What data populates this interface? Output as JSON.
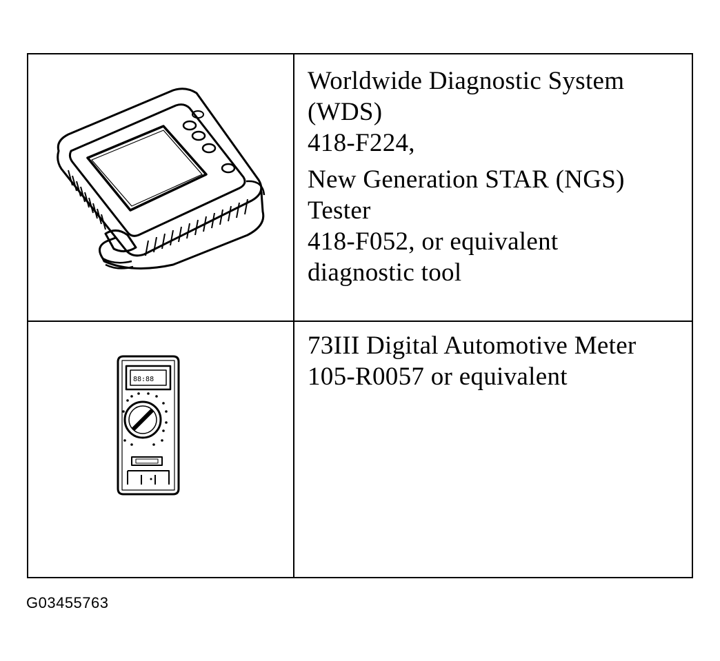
{
  "tools": [
    {
      "icon": "scan-tool-illustration",
      "description_lines": [
        "Worldwide Diagnostic System",
        "(WDS)",
        "418-F224,",
        "New Generation STAR (NGS)",
        "Tester",
        "418-F052, or equivalent",
        "diagnostic tool"
      ]
    },
    {
      "icon": "multimeter-illustration",
      "description_lines": [
        "73III Digital Automotive Meter",
        "105-R0057 or equivalent"
      ]
    }
  ],
  "figure_id": "G03455763"
}
